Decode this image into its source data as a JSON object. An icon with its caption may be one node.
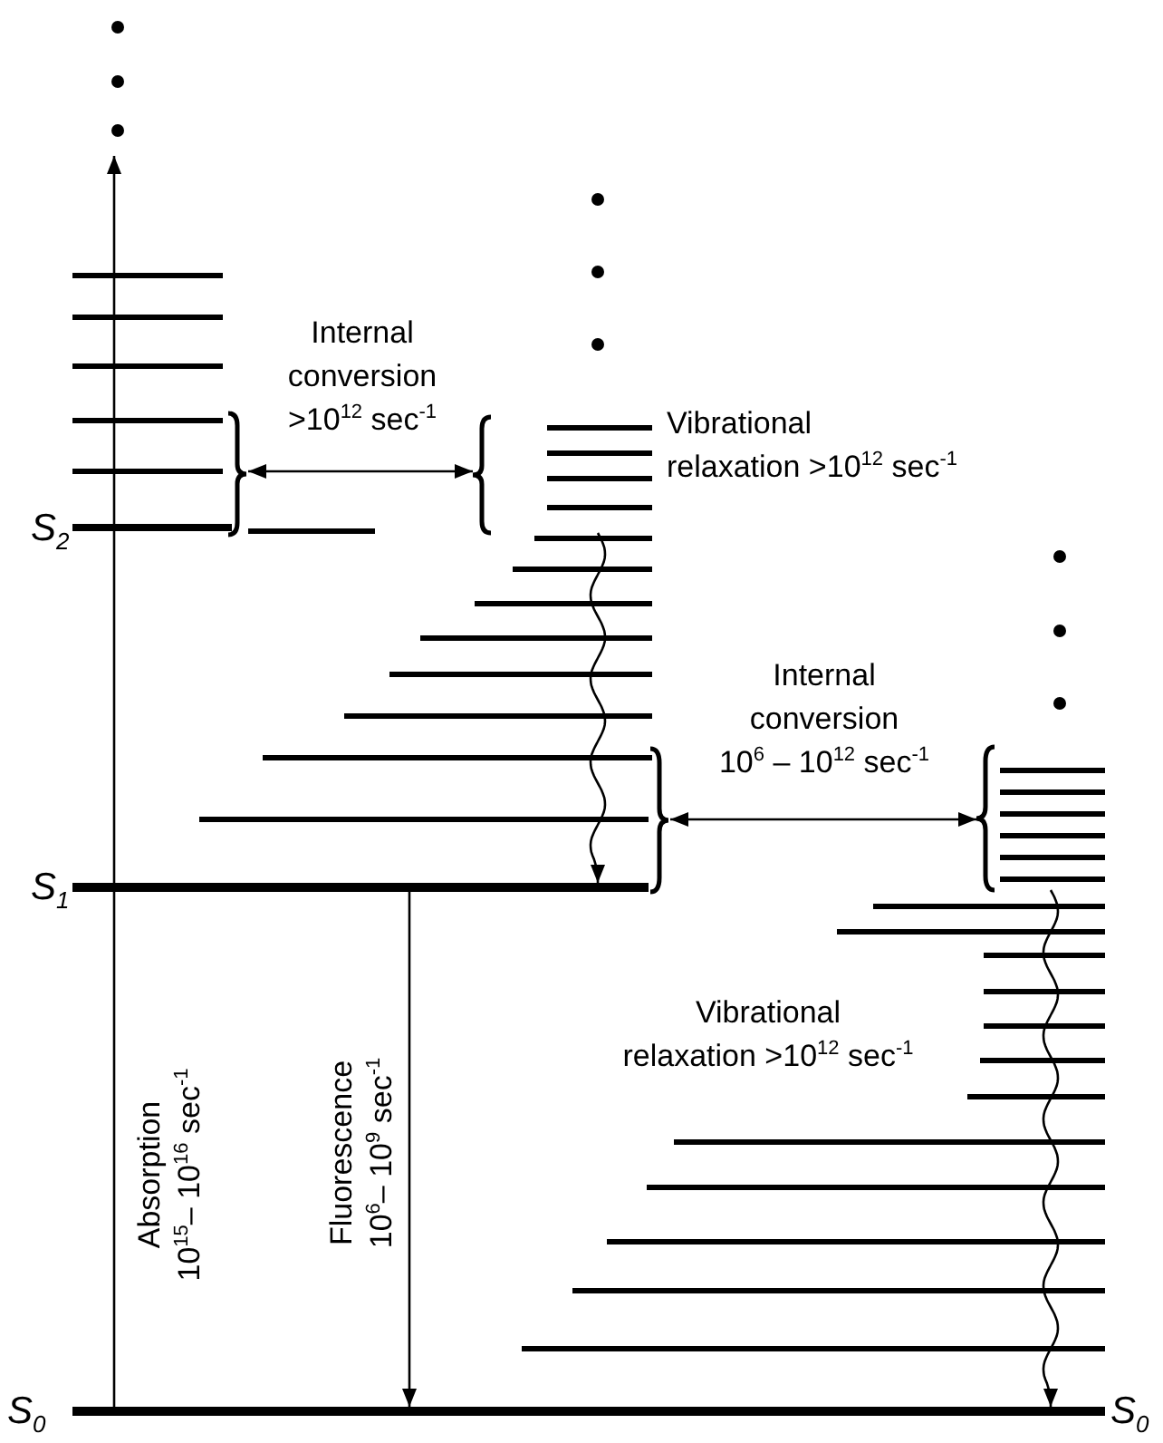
{
  "diagram": {
    "nodes": [
      {
        "text": [],
        "shape": "bar",
        "beside": [
          "S$_{2}$"
        ]
      },
      {
        "text": [],
        "shape": "bar",
        "beside": [
          "S$_{1}$"
        ]
      },
      {
        "text": [],
        "shape": "bar",
        "beside": [
          "S$_{0}$",
          "S$_{0}$"
        ]
      },
      {
        "text": [],
        "shape": "bracket"
      },
      {
        "text": [],
        "shape": "bracket"
      },
      {
        "text": [],
        "shape": "bracket"
      },
      {
        "text": [],
        "shape": "bracket"
      }
    ],
    "edges": [
      {
        "from": 2,
        "to": null,
        "arrow": "to",
        "label": "Absorption 10$^{15}$– 10$^{16}$ sec$^{-1}$"
      },
      {
        "from": 1,
        "to": 2,
        "arrow": "to",
        "label": "Fluorescence 10$^{6}$– 10$^{9}$ sec$^{-1}$"
      },
      {
        "from": 3,
        "to": 4,
        "arrow": "both",
        "label": "Internal conversion >10$^{12}$ sec$^{-1}$"
      },
      {
        "from": 4,
        "to": 1,
        "arrow": "to",
        "label": "Vibrational relaxation >10$^{12}$ sec$^{-1}$"
      },
      {
        "from": 5,
        "to": 6,
        "arrow": "both",
        "label": "Internal conversion 10$^{6}$ – 10$^{12}$ sec$^{-1}$"
      },
      {
        "from": 6,
        "to": 2,
        "arrow": "to",
        "label": "Vibrational relaxation >10$^{12}$ sec$^{-1}$"
      }
    ]
  }
}
